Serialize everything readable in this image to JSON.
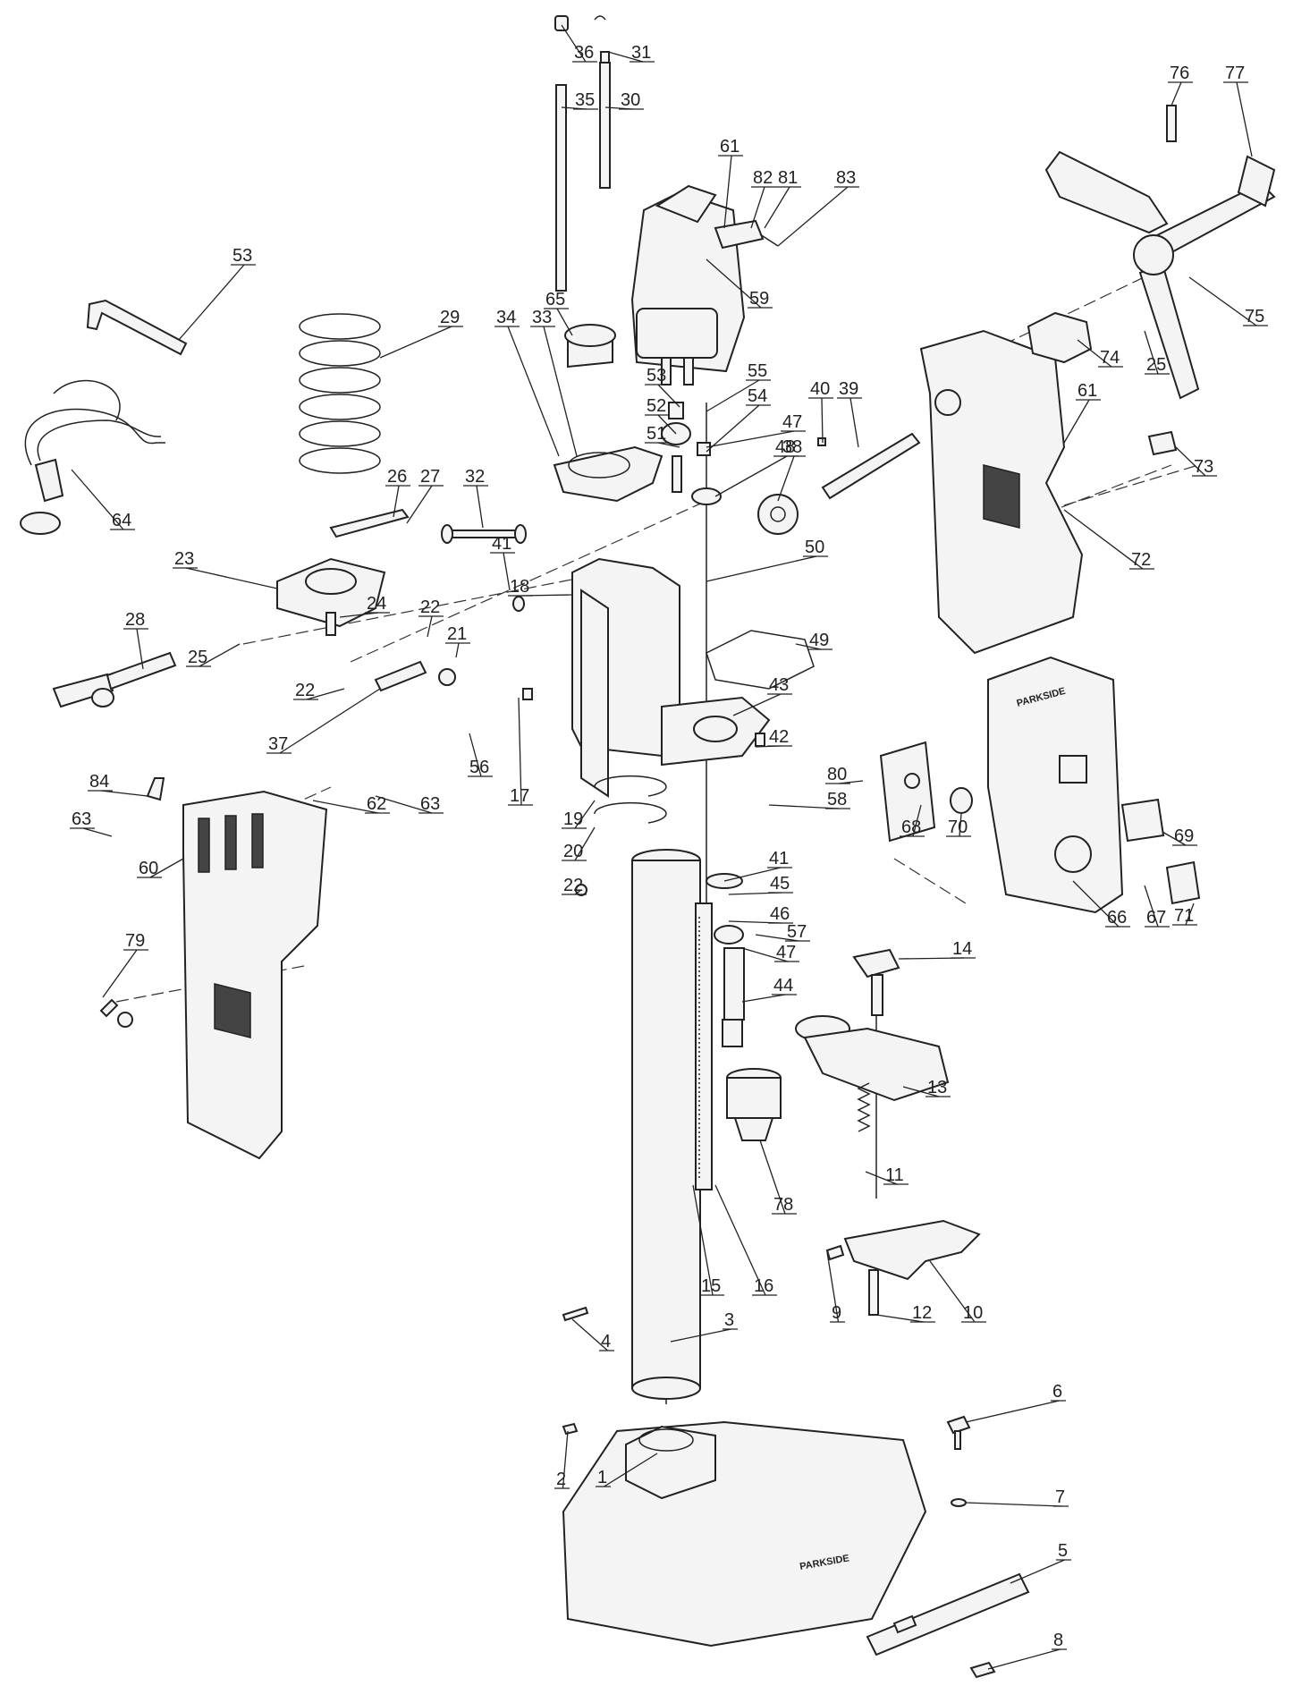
{
  "brand_marks": {
    "housing_front": "PARKSIDE",
    "base_plate": "PARKSIDE"
  },
  "callouts": [
    {
      "id": "p1",
      "text": "1"
    },
    {
      "id": "p2",
      "text": "2"
    },
    {
      "id": "p3",
      "text": "3"
    },
    {
      "id": "p4",
      "text": "4"
    },
    {
      "id": "p5",
      "text": "5"
    },
    {
      "id": "p6",
      "text": "6"
    },
    {
      "id": "p7",
      "text": "7"
    },
    {
      "id": "p8",
      "text": "8"
    },
    {
      "id": "p9",
      "text": "9"
    },
    {
      "id": "p10",
      "text": "10"
    },
    {
      "id": "p11",
      "text": "11"
    },
    {
      "id": "p12",
      "text": "12"
    },
    {
      "id": "p13",
      "text": "13"
    },
    {
      "id": "p14",
      "text": "14"
    },
    {
      "id": "p15",
      "text": "15"
    },
    {
      "id": "p16",
      "text": "16"
    },
    {
      "id": "p17",
      "text": "17"
    },
    {
      "id": "p18",
      "text": "18"
    },
    {
      "id": "p19",
      "text": "19"
    },
    {
      "id": "p20",
      "text": "20"
    },
    {
      "id": "p21",
      "text": "21"
    },
    {
      "id": "p22a",
      "text": "22"
    },
    {
      "id": "p22b",
      "text": "22"
    },
    {
      "id": "p22c",
      "text": "22"
    },
    {
      "id": "p23",
      "text": "23"
    },
    {
      "id": "p24",
      "text": "24"
    },
    {
      "id": "p25a",
      "text": "25"
    },
    {
      "id": "p25b",
      "text": "25"
    },
    {
      "id": "p26",
      "text": "26"
    },
    {
      "id": "p27",
      "text": "27"
    },
    {
      "id": "p28",
      "text": "28"
    },
    {
      "id": "p29",
      "text": "29"
    },
    {
      "id": "p30",
      "text": "30"
    },
    {
      "id": "p31",
      "text": "31"
    },
    {
      "id": "p32",
      "text": "32"
    },
    {
      "id": "p33",
      "text": "33"
    },
    {
      "id": "p34",
      "text": "34"
    },
    {
      "id": "p35",
      "text": "35"
    },
    {
      "id": "p36",
      "text": "36"
    },
    {
      "id": "p37",
      "text": "37"
    },
    {
      "id": "p38",
      "text": "38"
    },
    {
      "id": "p39",
      "text": "39"
    },
    {
      "id": "p40",
      "text": "40"
    },
    {
      "id": "p41a",
      "text": "41"
    },
    {
      "id": "p41b",
      "text": "41"
    },
    {
      "id": "p42",
      "text": "42"
    },
    {
      "id": "p43",
      "text": "43"
    },
    {
      "id": "p44",
      "text": "44"
    },
    {
      "id": "p45",
      "text": "45"
    },
    {
      "id": "p46",
      "text": "46"
    },
    {
      "id": "p47a",
      "text": "47"
    },
    {
      "id": "p47b",
      "text": "47"
    },
    {
      "id": "p48",
      "text": "48"
    },
    {
      "id": "p49",
      "text": "49"
    },
    {
      "id": "p50",
      "text": "50"
    },
    {
      "id": "p51",
      "text": "51"
    },
    {
      "id": "p52",
      "text": "52"
    },
    {
      "id": "p53a",
      "text": "53"
    },
    {
      "id": "p53b",
      "text": "53"
    },
    {
      "id": "p54",
      "text": "54"
    },
    {
      "id": "p55",
      "text": "55"
    },
    {
      "id": "p56",
      "text": "56"
    },
    {
      "id": "p57",
      "text": "57"
    },
    {
      "id": "p58",
      "text": "58"
    },
    {
      "id": "p59",
      "text": "59"
    },
    {
      "id": "p60",
      "text": "60"
    },
    {
      "id": "p61a",
      "text": "61"
    },
    {
      "id": "p61b",
      "text": "61"
    },
    {
      "id": "p62",
      "text": "62"
    },
    {
      "id": "p63a",
      "text": "63"
    },
    {
      "id": "p63b",
      "text": "63"
    },
    {
      "id": "p64",
      "text": "64"
    },
    {
      "id": "p65",
      "text": "65"
    },
    {
      "id": "p66",
      "text": "66"
    },
    {
      "id": "p67",
      "text": "67"
    },
    {
      "id": "p68",
      "text": "68"
    },
    {
      "id": "p69",
      "text": "69"
    },
    {
      "id": "p70",
      "text": "70"
    },
    {
      "id": "p71",
      "text": "71"
    },
    {
      "id": "p72",
      "text": "72"
    },
    {
      "id": "p73",
      "text": "73"
    },
    {
      "id": "p74",
      "text": "74"
    },
    {
      "id": "p75",
      "text": "75"
    },
    {
      "id": "p76",
      "text": "76"
    },
    {
      "id": "p77",
      "text": "77"
    },
    {
      "id": "p78",
      "text": "78"
    },
    {
      "id": "p79",
      "text": "79"
    },
    {
      "id": "p80",
      "text": "80"
    },
    {
      "id": "p81",
      "text": "81"
    },
    {
      "id": "p82",
      "text": "82"
    },
    {
      "id": "p83",
      "text": "83"
    },
    {
      "id": "p84",
      "text": "84"
    }
  ]
}
